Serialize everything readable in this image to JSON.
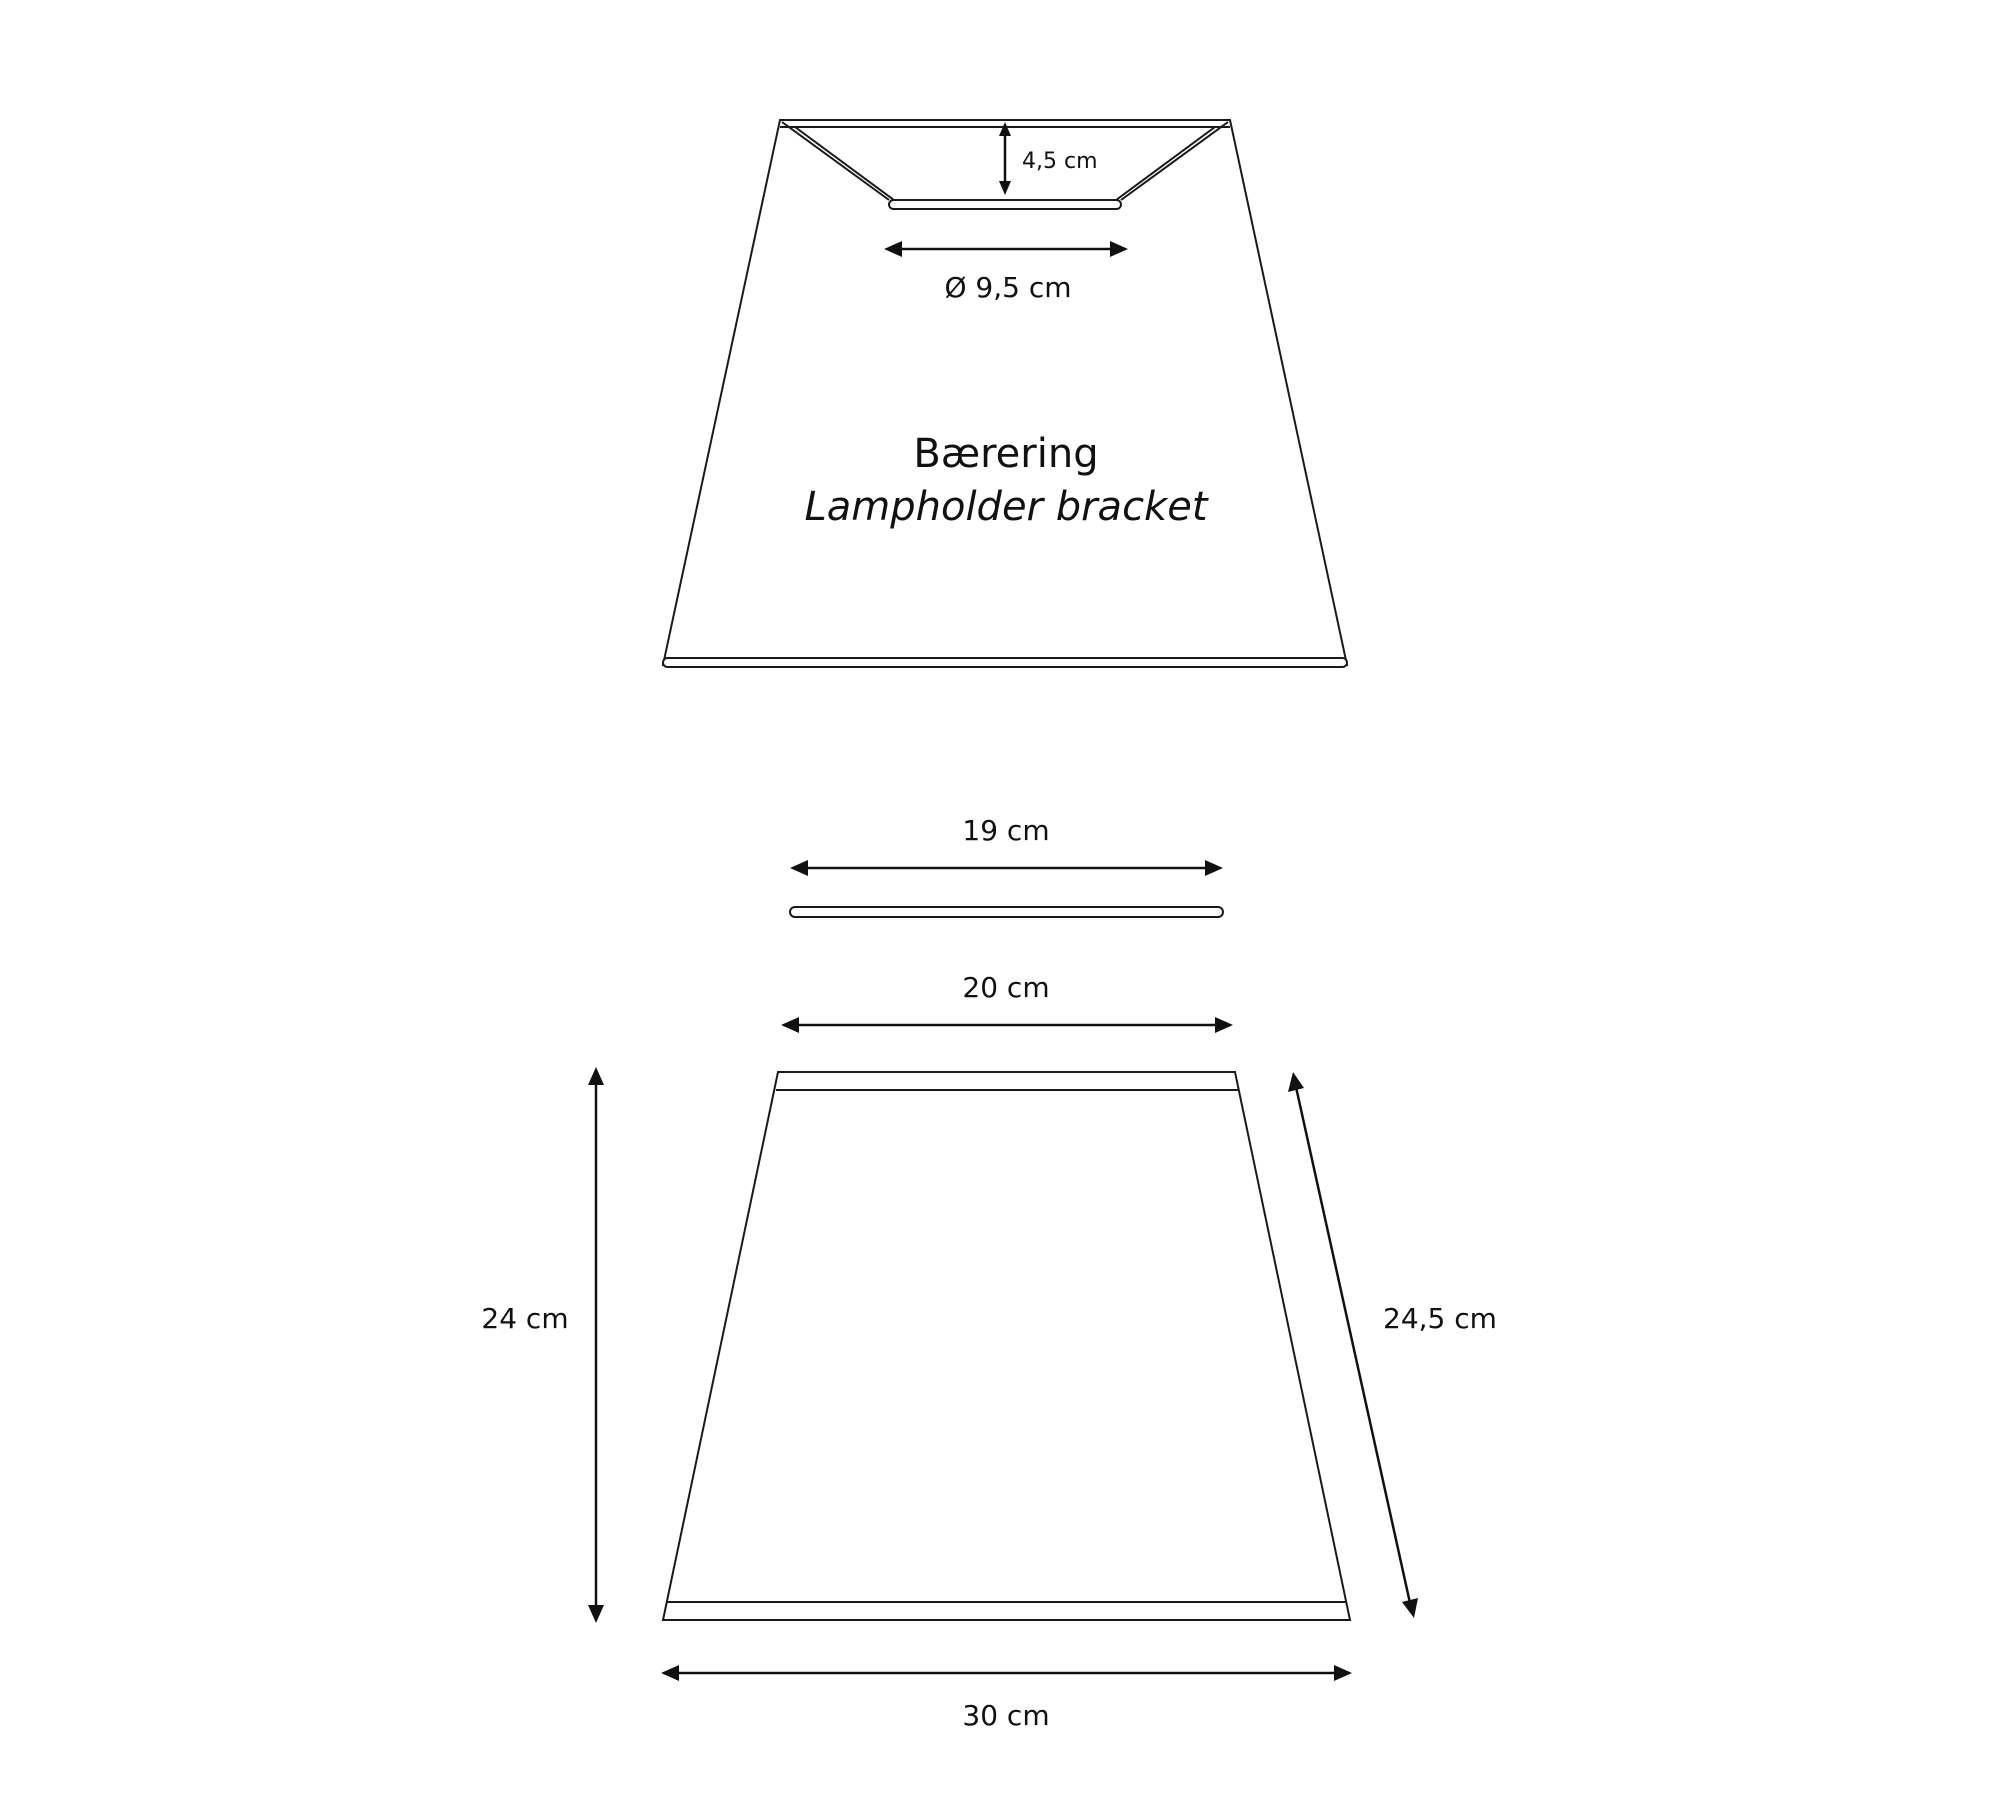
{
  "colors": {
    "line": "#1a1a1a",
    "background": "#ffffff"
  },
  "top_part": {
    "label_da": "Bærering",
    "label_en": "Lampholder bracket",
    "ring_height": "4,5 cm",
    "ring_diameter": "Ø 9,5 cm"
  },
  "middle_ring": {
    "width": "19 cm"
  },
  "bottom_part": {
    "top_width": "20 cm",
    "height": "24 cm",
    "slant_height": "24,5 cm",
    "bottom_width": "30 cm"
  }
}
